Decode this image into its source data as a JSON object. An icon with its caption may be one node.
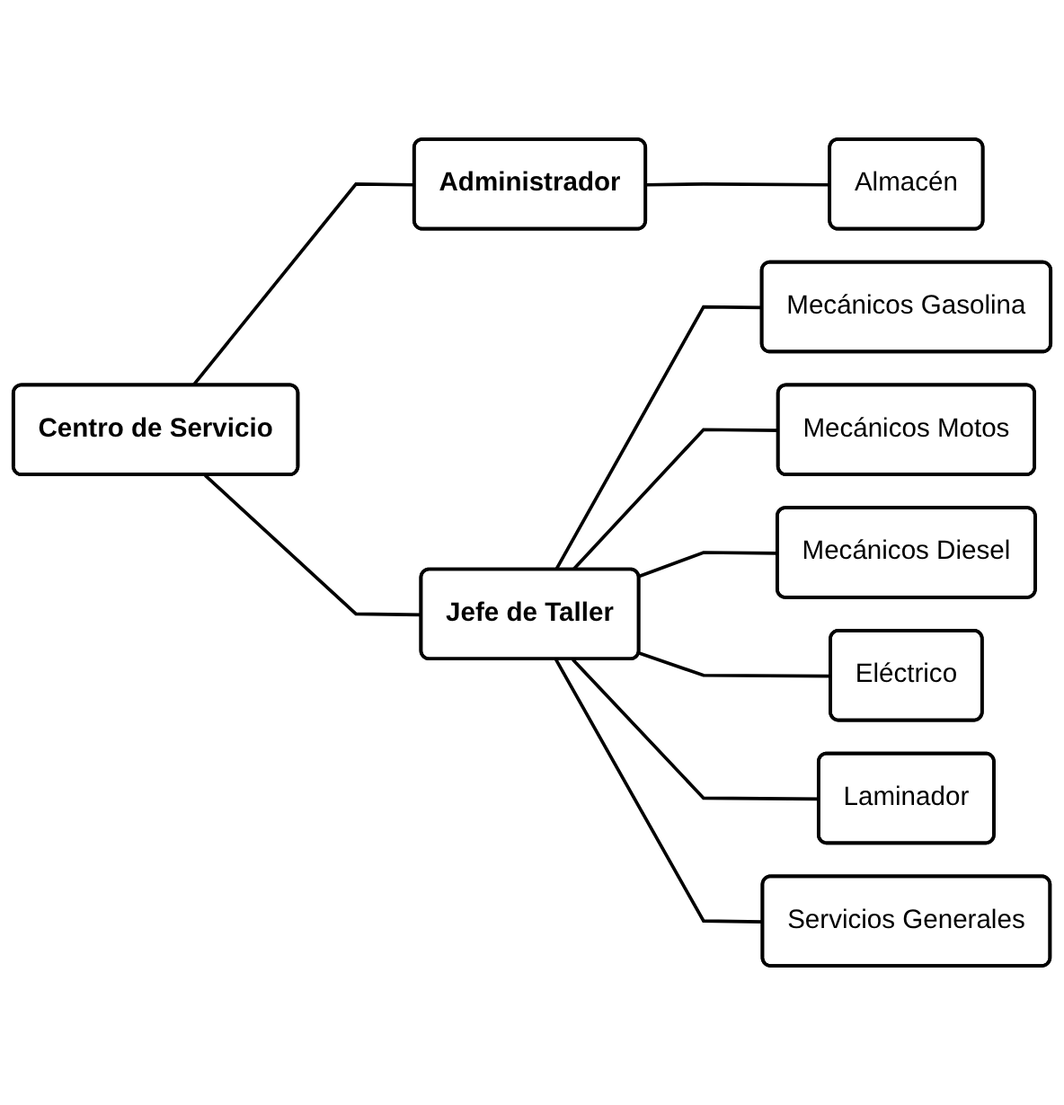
{
  "diagram": {
    "nodes": [
      {
        "text": [
          "Centro de Servicio"
        ]
      },
      {
        "text": [
          "Administrador"
        ]
      },
      {
        "text": [
          "Jefe de Taller"
        ]
      },
      {
        "text": [
          "Almacén"
        ]
      },
      {
        "text": [
          "Mecánicos Gasolina"
        ]
      },
      {
        "text": [
          "Mecánicos Motos"
        ]
      },
      {
        "text": [
          "Mecánicos Diesel"
        ]
      },
      {
        "text": [
          "Eléctrico"
        ]
      },
      {
        "text": [
          "Laminador"
        ]
      },
      {
        "text": [
          "Servicios Generales"
        ]
      }
    ],
    "edges": [
      {
        "from": 0,
        "to": 1,
        "arrow": "none"
      },
      {
        "from": 0,
        "to": 2,
        "arrow": "none"
      },
      {
        "from": 1,
        "to": 3,
        "arrow": "none"
      },
      {
        "from": 2,
        "to": 4,
        "arrow": "none"
      },
      {
        "from": 2,
        "to": 5,
        "arrow": "none"
      },
      {
        "from": 2,
        "to": 6,
        "arrow": "none"
      },
      {
        "from": 2,
        "to": 7,
        "arrow": "none"
      },
      {
        "from": 2,
        "to": 8,
        "arrow": "none"
      },
      {
        "from": 2,
        "to": 9,
        "arrow": "none"
      }
    ]
  }
}
